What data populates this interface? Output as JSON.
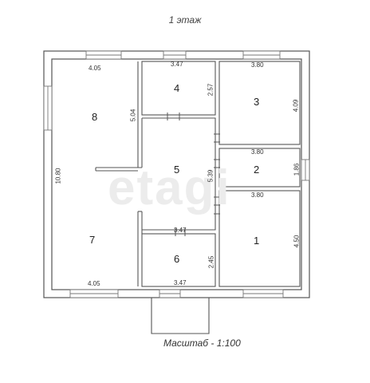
{
  "title": "1 этаж",
  "scale": "Масштаб - 1:100",
  "watermark": "etagi",
  "rooms": [
    {
      "id": "1",
      "label": "1"
    },
    {
      "id": "2",
      "label": "2"
    },
    {
      "id": "3",
      "label": "3"
    },
    {
      "id": "4",
      "label": "4"
    },
    {
      "id": "5",
      "label": "5"
    },
    {
      "id": "6",
      "label": "6"
    },
    {
      "id": "7",
      "label": "7"
    },
    {
      "id": "8",
      "label": "8"
    }
  ],
  "dimensions": {
    "room8_top": "4.05",
    "room8_right": "5.04",
    "room4_top": "3.47",
    "room4_right": "2.57",
    "room3_top": "3.80",
    "room3_right": "4.09",
    "room2_top": "3.80",
    "room2_right": "1.86",
    "room1_top": "3.80",
    "room1_right": "4.50",
    "room5_right": "5.39",
    "room6_top": "3.47",
    "room6_right": "2.45",
    "room6_bottom": "3.47",
    "room7_bottom": "4.05",
    "left_wall": "10.80"
  },
  "colors": {
    "wall": "#555555",
    "window": "#777777",
    "background": "#ffffff"
  }
}
